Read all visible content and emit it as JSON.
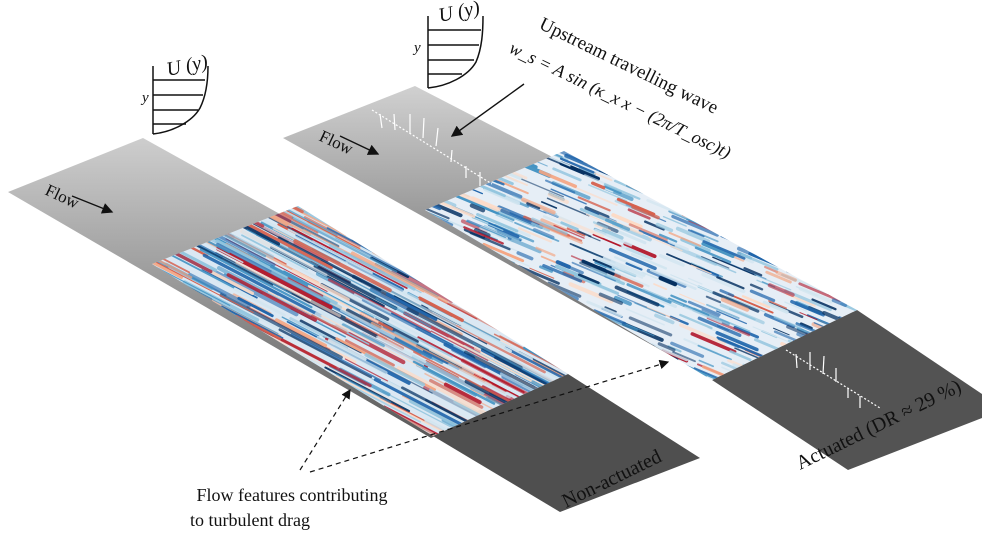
{
  "left_panel": {
    "profile_label": "U (y)",
    "axis_label": "y",
    "flow_label": "Flow",
    "case_label": "Non-actuated"
  },
  "right_panel": {
    "profile_label": "U (y)",
    "axis_label": "y",
    "flow_label": "Flow",
    "case_label": "Actuated (DR ≈ 29 %)",
    "wave_title": "Upstream travelling wave",
    "wave_equation": "w_s = A sin (κ_x x − (2π/T_osc)t)"
  },
  "annotation": {
    "line1": "Flow features contributing",
    "line2": "to turbulent drag"
  },
  "colors": {
    "plate_light": "#d2d2d2",
    "plate_dark": "#4d4d4d",
    "streak_red": "#b2182b",
    "streak_blue": "#2166ac",
    "field_base": "#dbe8f3"
  }
}
